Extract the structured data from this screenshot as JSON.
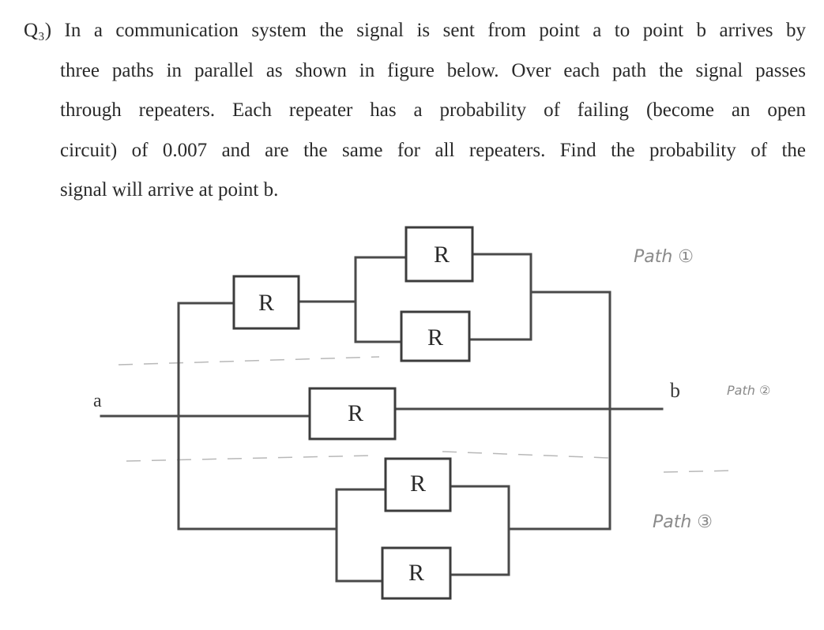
{
  "question": {
    "lines": [
      "Q₃) In a communication system the signal is sent from point a to point b arrives by",
      "three paths in parallel as shown in figure below. Over each path the signal passes",
      "through repeaters. Each repeater has a probability of failing (become an open",
      "circuit) of 0.007 and are the same for all repeaters. Find the probability of the",
      "signal will arrive at point b."
    ]
  },
  "diagram": {
    "point_a": "a",
    "point_b": "b",
    "repeater_label": "R",
    "annotations": {
      "path1": "Path ①",
      "path2": "Path ②",
      "path3": "Path ③"
    }
  }
}
